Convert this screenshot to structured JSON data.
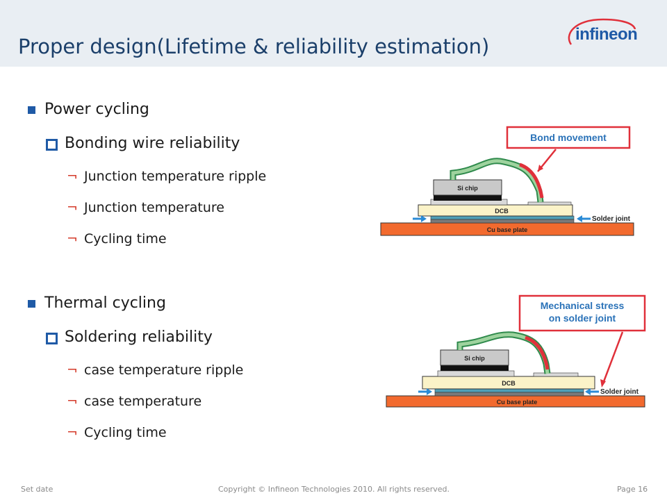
{
  "header": {
    "title": "Proper design(Lifetime & reliability estimation)",
    "logo_text": "infineon"
  },
  "sections": [
    {
      "label": "Power cycling",
      "sub": {
        "label": "Bonding wire reliability",
        "items": [
          "Junction temperature ripple",
          "Junction temperature",
          "Cycling time"
        ]
      }
    },
    {
      "label": "Thermal cycling",
      "sub": {
        "label": "Soldering reliability",
        "items": [
          "case temperature ripple",
          "case temperature",
          "Cycling time"
        ]
      }
    }
  ],
  "bullet_glyph": "¬",
  "diagram1": {
    "callout": "Bond movement",
    "chip": "Si chip",
    "dcb": "DCB",
    "solder": "Solder joint",
    "base": "Cu base plate"
  },
  "diagram2": {
    "callout_line1": "Mechanical stress",
    "callout_line2": "on solder joint",
    "chip": "Si chip",
    "dcb": "DCB",
    "solder": "Solder joint",
    "base": "Cu base plate"
  },
  "footer": {
    "date": "Set date",
    "copyright": "Copyright © Infineon Technologies 2010. All rights reserved.",
    "page": "Page 16"
  },
  "colors": {
    "title": "#1b3f6a",
    "accent": "#1f5aa6",
    "callout_border": "#e0303a",
    "callout_text": "#2a72b8",
    "base_plate": "#f26a2e",
    "dcb": "#fbf3c8"
  }
}
